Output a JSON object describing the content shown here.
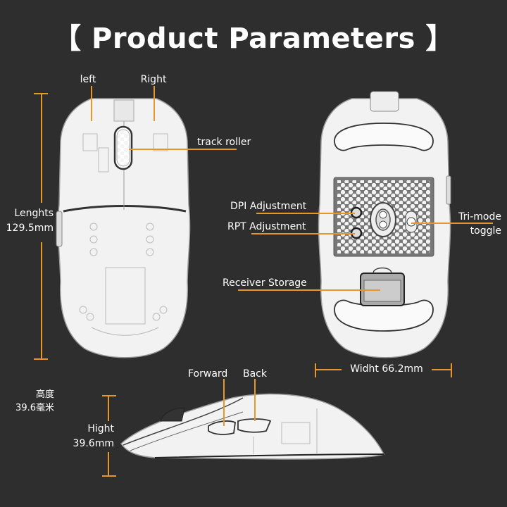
{
  "title": "【 Product Parameters 】",
  "accent_color": "#e8962a",
  "background_color": "#2e2e2e",
  "top_view": {
    "labels": {
      "left": "left",
      "right": "Right",
      "track_roller": "track roller"
    },
    "length": {
      "label": "Lenghts",
      "value": "129.5mm"
    }
  },
  "bottom_view": {
    "labels": {
      "dpi": "DPI Adjustment",
      "rpt": "RPT Adjustment",
      "tri_mode_line1": "Tri-mode",
      "tri_mode_line2": "toggle",
      "receiver": "Receiver Storage"
    },
    "width": {
      "label": "Widht 66.2mm"
    }
  },
  "side_view": {
    "labels": {
      "forward": "Forward",
      "back": "Back"
    },
    "height": {
      "label": "Hight",
      "value": "39.6mm"
    },
    "height_cn": {
      "label": "高度",
      "value": "39.6毫米"
    }
  }
}
